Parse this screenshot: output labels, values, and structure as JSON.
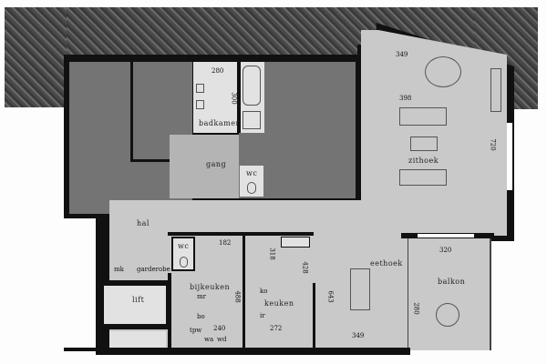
{
  "rooms": {
    "badkamer": "badkamer",
    "gang": "gang",
    "wc_top": "wc",
    "hal": "hal",
    "wc_hal": "wc",
    "mk": "mk",
    "garderobe": "garderobe",
    "lift": "lift",
    "bijkeuken": "bijkeuken",
    "keuken": "keuken",
    "eethoek": "eethoek",
    "zithoek": "zithoek",
    "balkon": "balkon"
  },
  "appliances": {
    "mr": "mr",
    "bo": "bo",
    "tpw": "tpw",
    "wa": "wa",
    "wd": "wd",
    "ko": "ko",
    "ir": "ir"
  },
  "dimensions": {
    "bad_w": "280",
    "bad_h": "300",
    "bijk_w": "240",
    "bijk_h": "488",
    "bijk_top": "182",
    "keuken_w": "272",
    "keuken_h": "318",
    "eet_h": "643",
    "eet_w": "349",
    "hal_h": "428",
    "zit_top": "349",
    "zit_sofa": "398",
    "zit_h": "720",
    "balkon_w": "320",
    "balkon_h": "280"
  }
}
